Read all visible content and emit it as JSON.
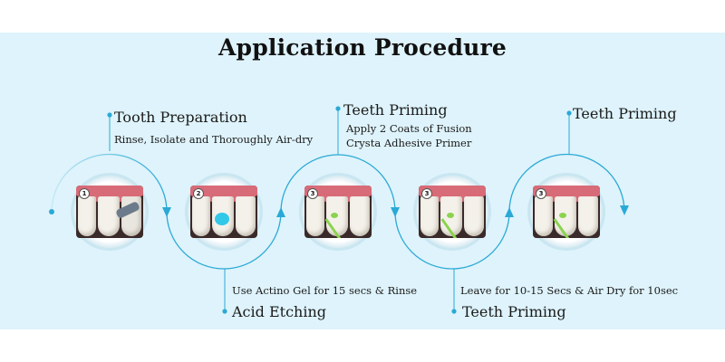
{
  "title": "Application Procedure",
  "steps": [
    {
      "number": "1",
      "heading": "Tooth Preparation",
      "detail": "Rinse, Isolate and Thoroughly Air-dry"
    },
    {
      "number": "2",
      "heading": "Acid Etching",
      "detail": "Use Actino Gel for  15 secs & Rinse"
    },
    {
      "number": "3",
      "heading": "Teeth Priming",
      "detail_line1": "Apply 2 Coats of Fusion",
      "detail_line2": "Crysta Adhesive Primer"
    },
    {
      "number": "3",
      "heading": "Teeth Priming",
      "detail": "Leave for 10-15 Secs & Air Dry for 10sec"
    },
    {
      "number": "3",
      "heading": "Teeth Priming"
    }
  ],
  "colors": {
    "background_band": "#def3fb",
    "connector": "#2aa9d6",
    "connector_light": "#bfe5f3",
    "ring": "#ffffff",
    "gum": "#d86b78",
    "etch_gel": "#33c8e8",
    "primer_brush": "#8bd34f"
  }
}
